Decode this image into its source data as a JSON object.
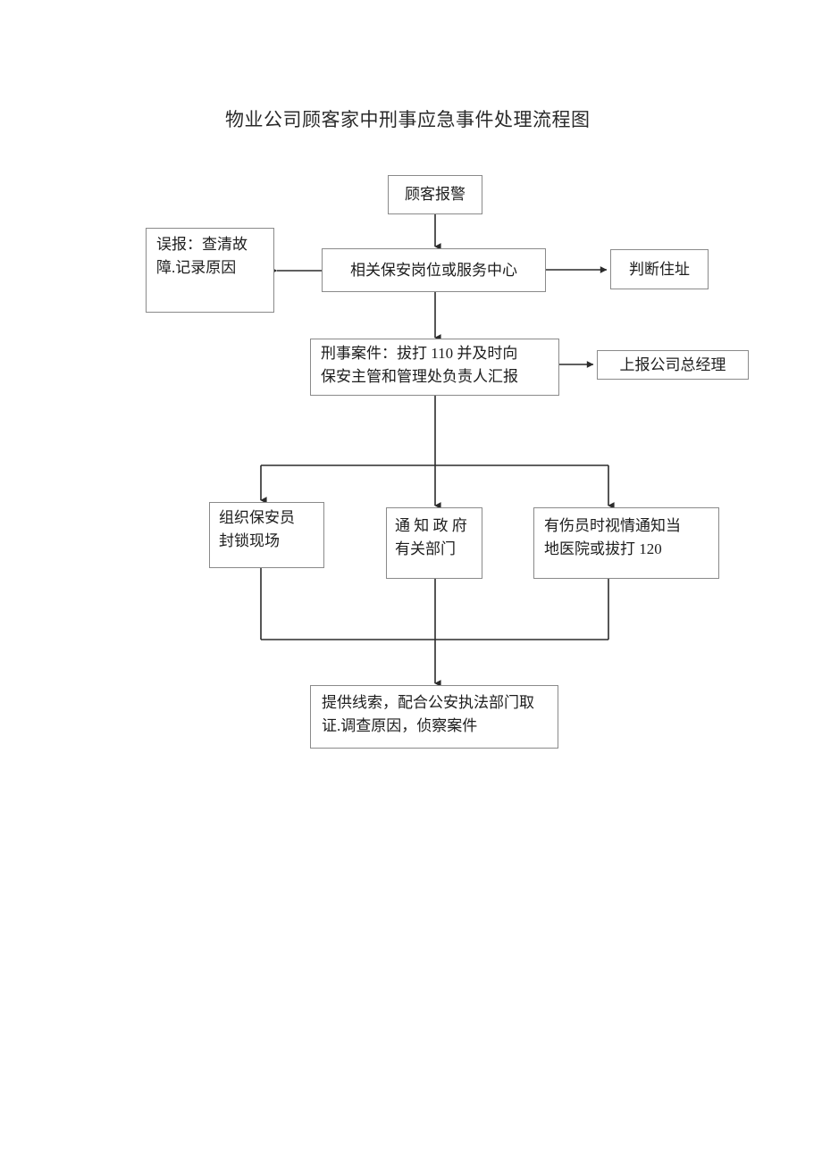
{
  "document": {
    "title": "物业公司顾客家中刑事应急事件处理流程图"
  },
  "nodes": {
    "customer_alarm": {
      "label": "顾客报警"
    },
    "false_alarm": {
      "line1": "误报：查清故",
      "line2": "障.记录原因"
    },
    "security_post": {
      "label": "相关保安岗位或服务中心"
    },
    "judge_address": {
      "label": "判断住址"
    },
    "criminal_case": {
      "line1": "刑事案件：拔打 110 并及时向",
      "line2": "保安主管和管理处负责人汇报"
    },
    "report_gm": {
      "label": "上报公司总经理"
    },
    "seal_scene": {
      "line1": "组织保安员",
      "line2": "封锁现场"
    },
    "notify_gov": {
      "line1": "通 知 政 府",
      "line2": "有关部门"
    },
    "notify_hospital": {
      "line1": "有伤员时视情通知当",
      "line2": "地医院或拔打 120"
    },
    "provide_clues": {
      "line1": "提供线索，配合公安执法部门取",
      "line2": "证.调查原因，侦察案件"
    }
  },
  "style": {
    "line_color": "#2b2b2b",
    "box_border_color": "#8a8a8a",
    "text_color": "#1d1d1d",
    "background": "#ffffff"
  }
}
